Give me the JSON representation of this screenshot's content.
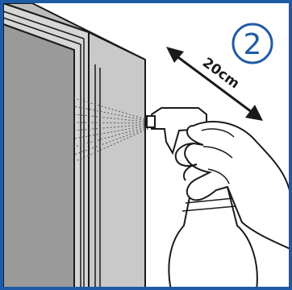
{
  "step_number": "2",
  "distance_label": "20cm",
  "colors": {
    "border": "#1f5aa6",
    "panel_gray": "#9a9a9a",
    "frame_gray": "#c9c9c9",
    "side_gray": "#b8b8b8",
    "line": "#1a1a1a",
    "badge": "#1f5aa6"
  },
  "icons": {
    "step_badge": "circled-number",
    "distance_arrow": "double-headed-arrow",
    "spray_bottle": "trigger-spray-bottle",
    "hand": "hand-holding-bottle",
    "mist": "spray-mist-lines"
  }
}
